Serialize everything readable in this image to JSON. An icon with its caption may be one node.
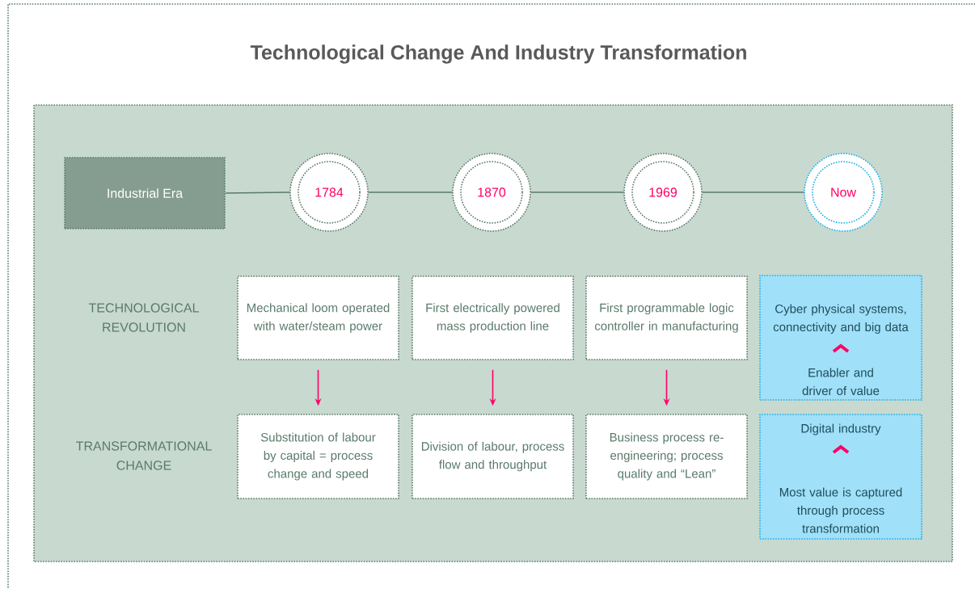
{
  "diagram": {
    "title": "Technological Change And Industry Transformation",
    "nodes": [
      {
        "text": [
          "Industrial Era"
        ]
      },
      {
        "text": [
          "1784"
        ]
      },
      {
        "text": [
          "1870"
        ]
      },
      {
        "text": [
          "1969"
        ]
      },
      {
        "text": [
          "Now"
        ]
      },
      {
        "text": [
          "Mechanical loom operated with water/steam power"
        ]
      },
      {
        "text": [
          "First electrically powered mass production line"
        ]
      },
      {
        "text": [
          "First programmable logic controller in manufacturing"
        ]
      },
      {
        "text": [
          "Cyber physical systems, connectivity and big data",
          "Enabler and driver of value"
        ]
      },
      {
        "text": [
          "Substitution of labour by capital = process change and speed"
        ]
      },
      {
        "text": [
          "Division of labour, process flow and throughput"
        ]
      },
      {
        "text": [
          "Business process re-engineering; process quality and “Lean”"
        ]
      },
      {
        "text": [
          "Digital industry",
          "Most value is captured through process transformation"
        ]
      }
    ],
    "edges": [
      {
        "from": 0,
        "to": 1,
        "arrow": "none"
      },
      {
        "from": 1,
        "to": 2,
        "arrow": "none"
      },
      {
        "from": 2,
        "to": 3,
        "arrow": "none"
      },
      {
        "from": 3,
        "to": 4,
        "arrow": "none"
      },
      {
        "from": 5,
        "to": 9,
        "arrow": "to",
        "color": "#ff0066"
      },
      {
        "from": 6,
        "to": 10,
        "arrow": "to",
        "color": "#ff0066"
      },
      {
        "from": 7,
        "to": 11,
        "arrow": "to",
        "color": "#ff0066"
      }
    ],
    "labels": [
      "TECHNOLOGICAL REVOLUTION",
      "TRANSFORMATIONAL CHANGE"
    ]
  }
}
